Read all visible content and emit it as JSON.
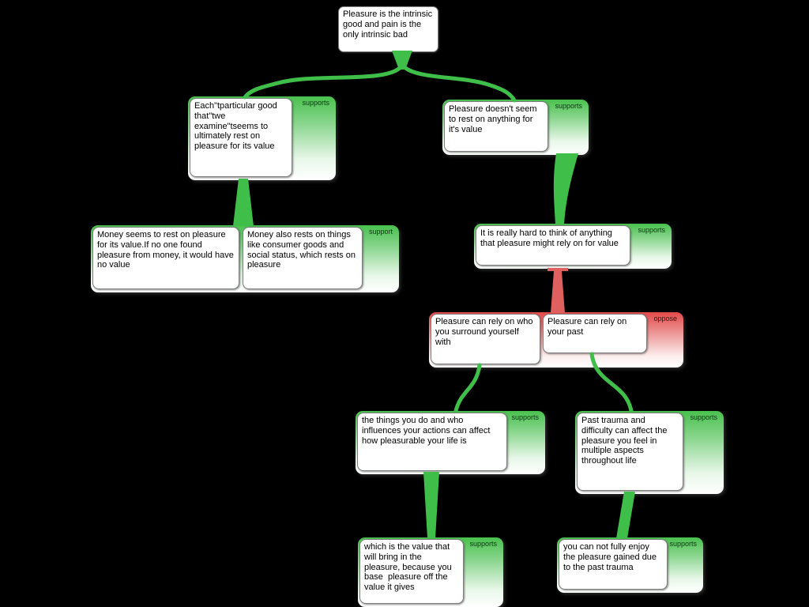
{
  "colors": {
    "background": "#000000",
    "support_green_top": "#49c14e",
    "oppose_red_top": "#e24a4a",
    "connector_green": "#3fbf4a",
    "connector_red": "#e06060",
    "label_support_color": "#0d3512",
    "label_oppose_color": "#3f0d0d"
  },
  "map": {
    "root": {
      "text": "Pleasure is the intrinsic good and pain is the only intrinsic bad"
    },
    "left_reason": {
      "label": "supports",
      "claim": "Each\"tparticular good that\"twe examine\"tseems to ultimately rest on pleasure for its value"
    },
    "right_reason": {
      "label": "supports",
      "claim": "Pleasure doesn't seem to rest on anything for it's value"
    },
    "money_reason": {
      "label": "support",
      "claim1": "Money seems to rest on pleasure for its value.If no one found pleasure from money, it would have no value",
      "claim2": "Money also rests on things like consumer goods and social status, which rests on pleasure"
    },
    "hard_reason": {
      "label": "supports",
      "claim": "It is really hard to think of anything that pleasure might rely on for value"
    },
    "oppose_reason": {
      "label": "oppose",
      "claim1": "Pleasure can rely on who you surround yourself with",
      "claim2": "Pleasure can rely on your past"
    },
    "things_reason": {
      "label": "supports",
      "claim": "the things you do and who influences your actions can affect how pleasurable your life is"
    },
    "trauma_reason": {
      "label": "supports",
      "claim": "Past trauma and difficulty can affect the pleasure you feel in multiple aspects throughout life"
    },
    "value_reason": {
      "label": "supports",
      "claim": "which is the value that will bring in the pleasure, because you base  pleasure off the value it gives"
    },
    "enjoy_reason": {
      "label": "supports",
      "claim": "you can not fully enjoy the pleasure gained due to the past trauma"
    }
  }
}
